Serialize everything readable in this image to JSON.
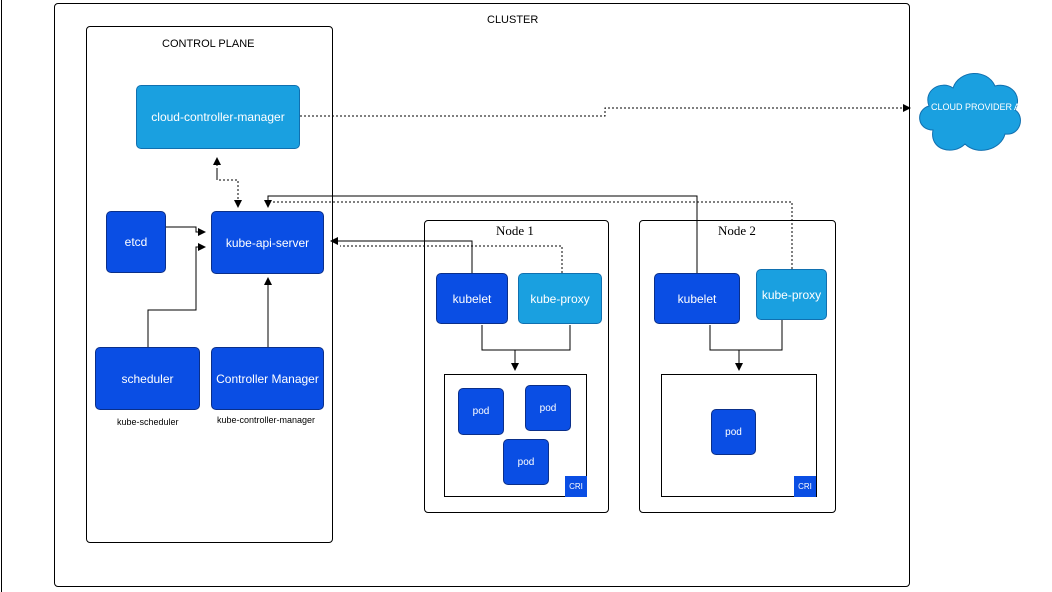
{
  "colors": {
    "component_dark": "#0a4ee4",
    "component_light": "#1aa0e0",
    "cloud": "#1aa0e0",
    "line": "#000000"
  },
  "cluster": {
    "label": "CLUSTER"
  },
  "control_plane": {
    "label": "CONTROL PLANE",
    "cloud_controller_manager": "cloud-controller-manager",
    "etcd": "etcd",
    "kube_api_server": "kube-api-server",
    "scheduler": "scheduler",
    "scheduler_caption": "kube-scheduler",
    "controller_manager": "Controller Manager",
    "controller_manager_caption": "kube-controller-manager"
  },
  "cloud_provider": {
    "label": "CLOUD PROVIDER API"
  },
  "nodes": [
    {
      "label": "Node 1",
      "kubelet": "kubelet",
      "kube_proxy": "kube-proxy",
      "pods": [
        "pod",
        "pod",
        "pod"
      ],
      "cri": "CRI"
    },
    {
      "label": "Node 2",
      "kubelet": "kubelet",
      "kube_proxy": "kube-proxy",
      "pods": [
        "pod"
      ],
      "cri": "CRI"
    }
  ]
}
